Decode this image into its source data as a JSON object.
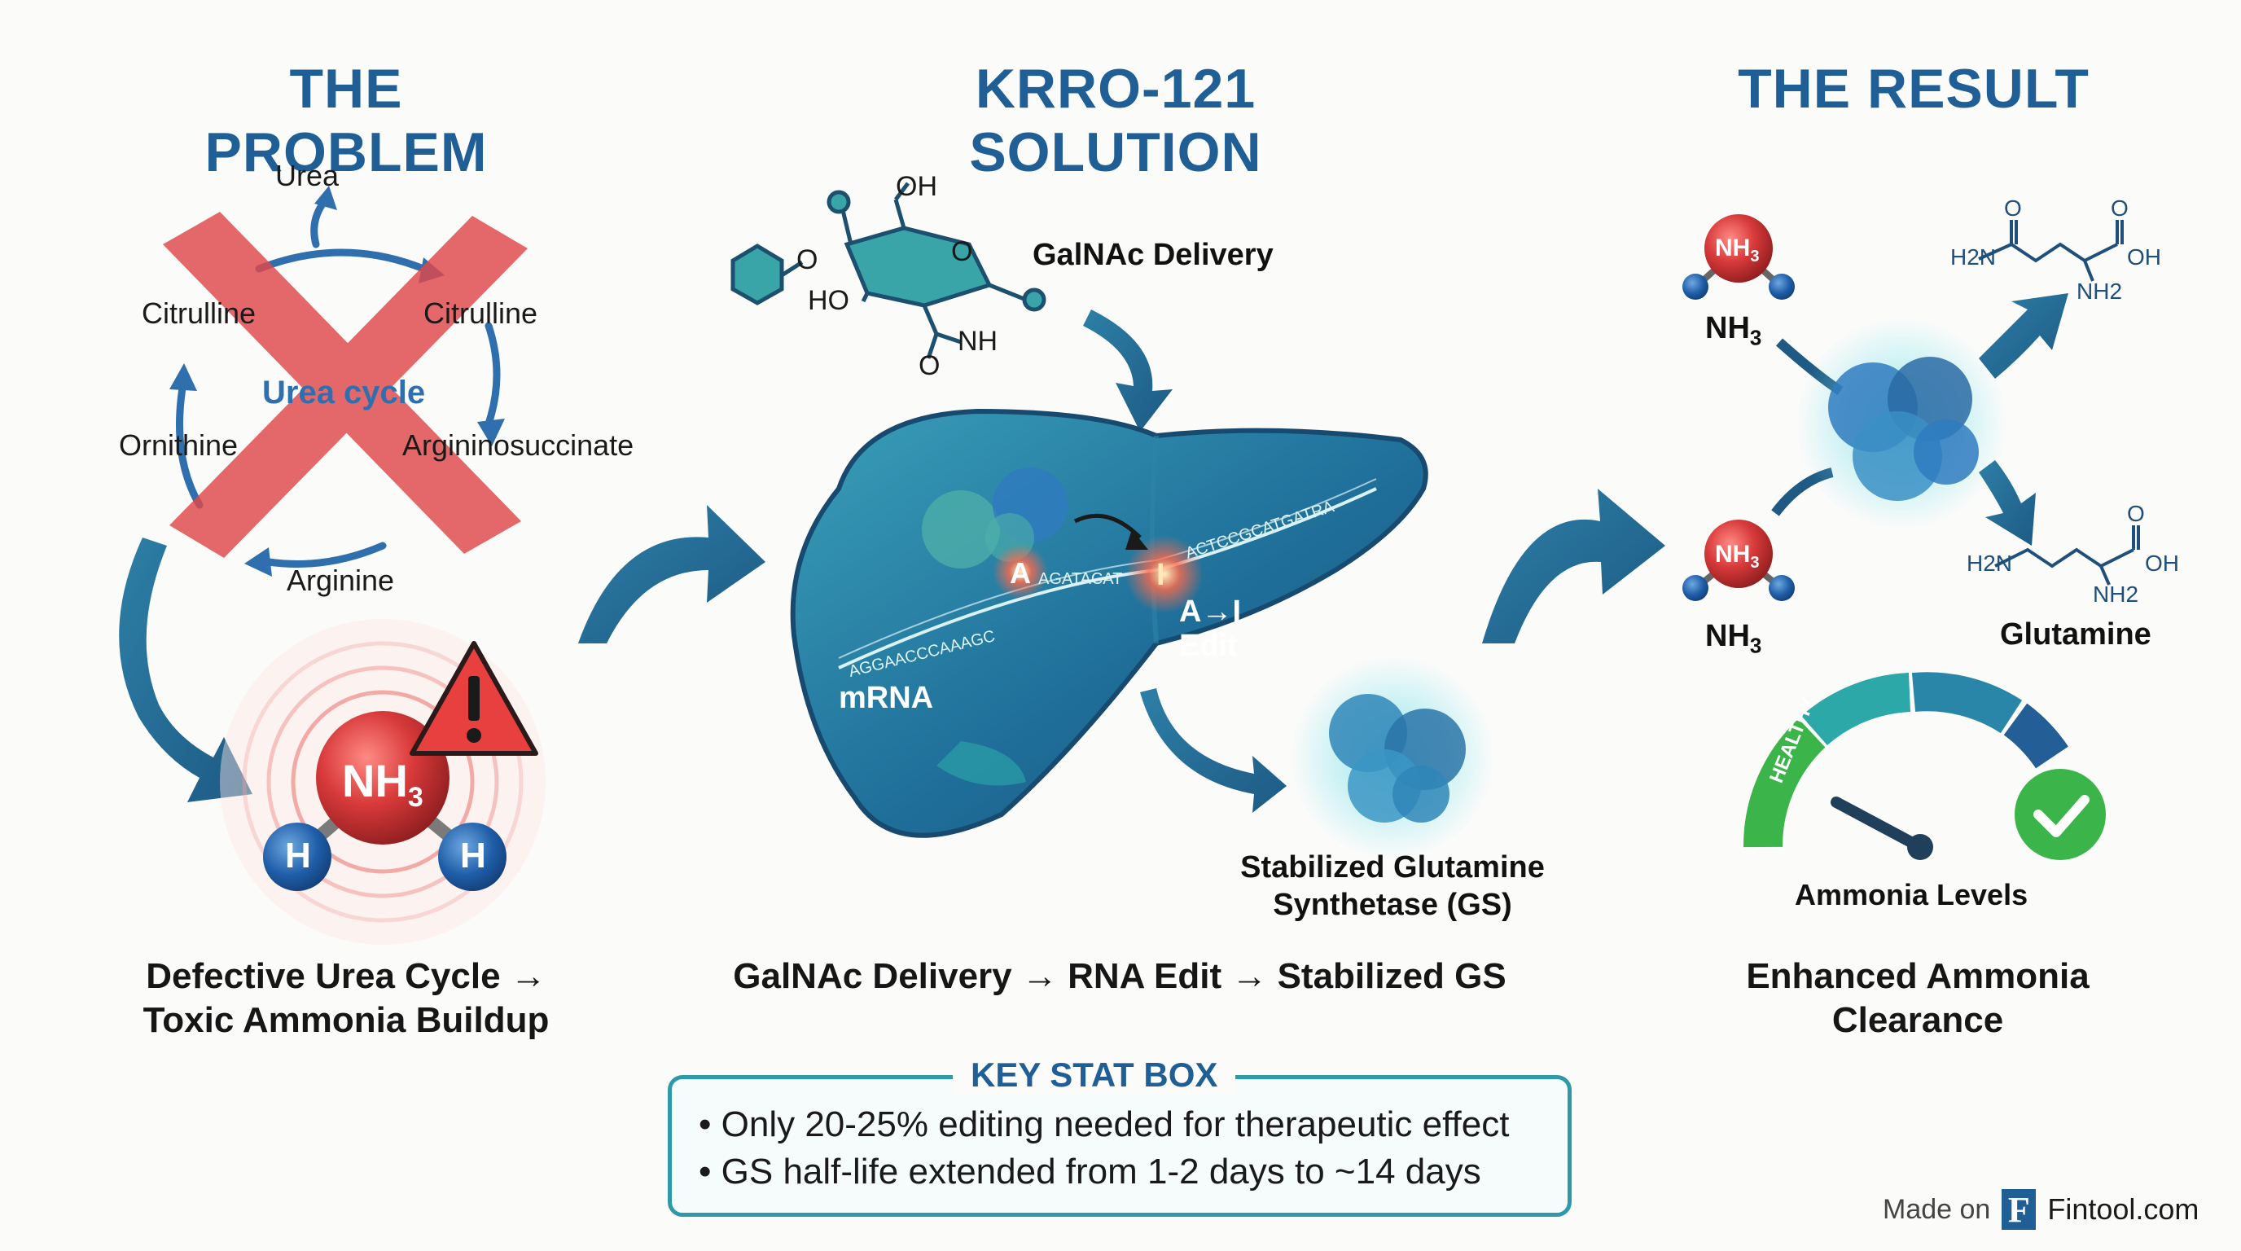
{
  "columns": {
    "problem": {
      "title": "THE PROBLEM",
      "caption_line1": "Defective Urea Cycle →",
      "caption_line2": "Toxic Ammonia Buildup"
    },
    "solution": {
      "title": "KRRO-121 SOLUTION",
      "caption": "GalNAc Delivery → RNA Edit → Stabilized GS"
    },
    "result": {
      "title": "THE RESULT",
      "caption_line1": "Enhanced Ammonia",
      "caption_line2": "Clearance"
    }
  },
  "urea_cycle": {
    "center_label": "Urea cycle",
    "urea": "Urea",
    "citrulline_left": "Citrulline",
    "citrulline_right": "Citrulline",
    "ornithine": "Ornithine",
    "argininosuccinate": "Argininosuccinate",
    "arginine": "Arginine"
  },
  "ammonia_molecule": {
    "center": "NH",
    "center_sub": "3",
    "h_left": "H",
    "h_right": "H"
  },
  "galnac": {
    "label": "GalNAc Delivery",
    "oh": "OH",
    "o_ring": "O",
    "o_left": "O",
    "ho": "HO",
    "nh": "NH",
    "o_bottom": "O"
  },
  "liver": {
    "mrna_label": "mRNA",
    "sequence_left": "AGGAACCCAAAGC",
    "base_a": "A",
    "sequence_mid": "AGATACAT",
    "base_i": "I",
    "sequence_right": "ACTCCGCATGATRA",
    "edit_line1": "A→I",
    "edit_line2": "Edit"
  },
  "gs_protein": {
    "label_line1": "Stabilized Glutamine",
    "label_line2": "Synthetase (GS)"
  },
  "result": {
    "nh3_top": "NH",
    "nh3_bottom": "NH",
    "nh3_sub": "3",
    "product_label": "Glutamine",
    "gauge_label": "Ammonia Levels",
    "gauge_zone": "HEALTHY",
    "mol_top": {
      "h2n": "H2N",
      "o1": "O",
      "o2": "O",
      "oh": "OH",
      "nh2": "NH2"
    },
    "mol_bottom": {
      "h2n": "H2N",
      "o": "O",
      "oh": "OH",
      "nh2": "NH2"
    }
  },
  "stat_box": {
    "title": "KEY STAT BOX",
    "bullets": [
      "Only 20-25% editing needed for therapeutic effect",
      "GS half-life extended from 1-2 days to ~14 days"
    ]
  },
  "footer": {
    "made_on": "Made on",
    "logo_letter": "F",
    "brand": "Fintool.com"
  },
  "colors": {
    "title_blue": "#1f5f96",
    "teal": "#2e9aa8",
    "cross_red": "#e0484a",
    "alert_red": "#d9403a",
    "healthy_green": "#3bb54a"
  }
}
